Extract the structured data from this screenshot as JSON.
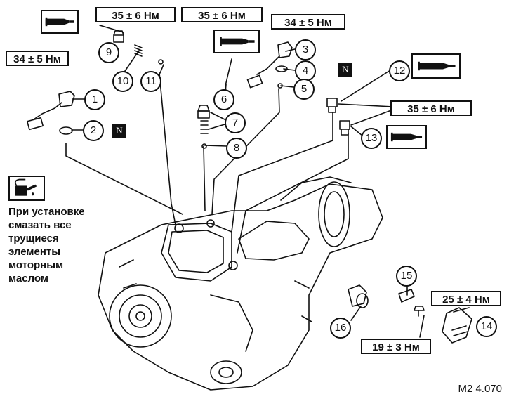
{
  "torque_labels": {
    "t_9": "35 ± 6 Нм",
    "t_6": "35 ± 6 Нм",
    "t_3": "34 ± 5 Нм",
    "t_1": "34 ± 5 Нм",
    "t_12_13": "35 ± 6 Нм",
    "t_14": "25 ± 4 Нм",
    "t_16": "19 ± 3 Нм"
  },
  "callouts": {
    "c1": "1",
    "c2": "2",
    "c3": "3",
    "c4": "4",
    "c5": "5",
    "c6": "6",
    "c7": "7",
    "c8": "8",
    "c9": "9",
    "c10": "10",
    "c11": "11",
    "c12": "12",
    "c13": "13",
    "c14": "14",
    "c15": "15",
    "c16": "16"
  },
  "new_part_badge": "N",
  "note": {
    "lines": [
      "При установке",
      "смазать все",
      "трущиеся",
      "элементы",
      "моторным",
      "маслом"
    ]
  },
  "figure_code": "M2 4.070",
  "icons": {
    "sealant_tube": "sealant-tube-icon",
    "oil_can": "oil-can-icon"
  },
  "colors": {
    "ink": "#111111",
    "paper": "#ffffff"
  }
}
